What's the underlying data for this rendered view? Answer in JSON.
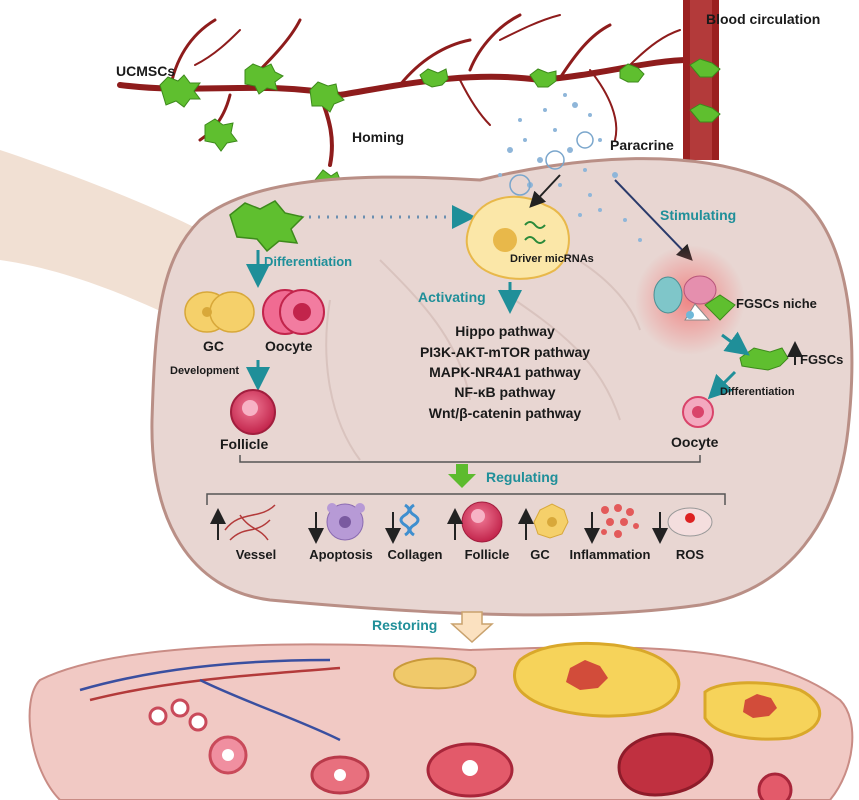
{
  "labels": {
    "blood_circulation": "Blood circulation",
    "ucmscs": "UCMSCs",
    "homing": "Homing",
    "paracrine": "Paracrine",
    "stimulating": "Stimulating",
    "differentiation_left": "Differentiation",
    "driver_micrnas": "Driver micRNAs",
    "activating": "Activating",
    "fgscs_niche": "FGSCs niche",
    "fgscs": "FGSCs",
    "differentiation_right": "Differentiation",
    "gc": "GC",
    "oocyte_left": "Oocyte",
    "development": "Development",
    "follicle_left": "Follicle",
    "oocyte_right": "Oocyte",
    "regulating": "Regulating",
    "restoring": "Restoring"
  },
  "pathways": [
    "Hippo pathway",
    "PI3K-AKT-mTOR pathway",
    "MAPK-NR4A1 pathway",
    "NF-κB pathway",
    "Wnt/β-catenin pathway"
  ],
  "outcomes": [
    {
      "label": "Vessel",
      "direction": "up"
    },
    {
      "label": "Apoptosis",
      "direction": "down"
    },
    {
      "label": "Collagen",
      "direction": "down"
    },
    {
      "label": "Follicle",
      "direction": "up"
    },
    {
      "label": "GC",
      "direction": "up"
    },
    {
      "label": "Inflammation",
      "direction": "down"
    },
    {
      "label": "ROS",
      "direction": "down"
    }
  ],
  "colors": {
    "ovary_fill": "#e8d6d2",
    "ovary_stroke": "#b98f86",
    "teal_arrow": "#1f8f99",
    "green_arrow": "#5dbb2e",
    "vessel": "#8e1c1c",
    "cell_green": "#5fbf2f",
    "follicle_pink": "#d9446a",
    "gc_yellow": "#f5d06a"
  }
}
